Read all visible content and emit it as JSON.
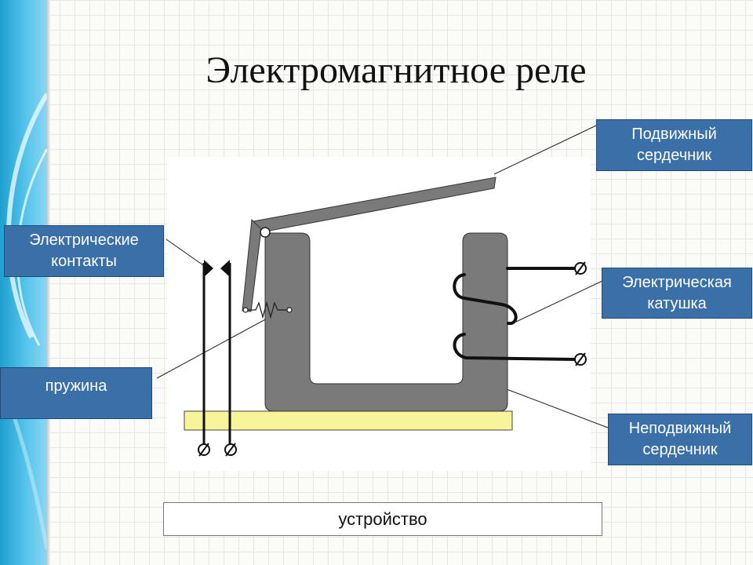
{
  "title": "Электромагнитное реле",
  "labels": {
    "movable_core": "Подвижный сердечник",
    "contacts": "Электрические контакты",
    "coil": "Электрическая катушка",
    "spring": "пружина",
    "fixed_core": "Неподвижный сердечник"
  },
  "caption": "устройство",
  "colors": {
    "label_box": "#3a6fa8",
    "core": "#7a7a7a",
    "base": "#f8f49a",
    "side_stripe": "#3fb4e2"
  },
  "icons": [
    "terminal-icon",
    "spring-icon"
  ]
}
